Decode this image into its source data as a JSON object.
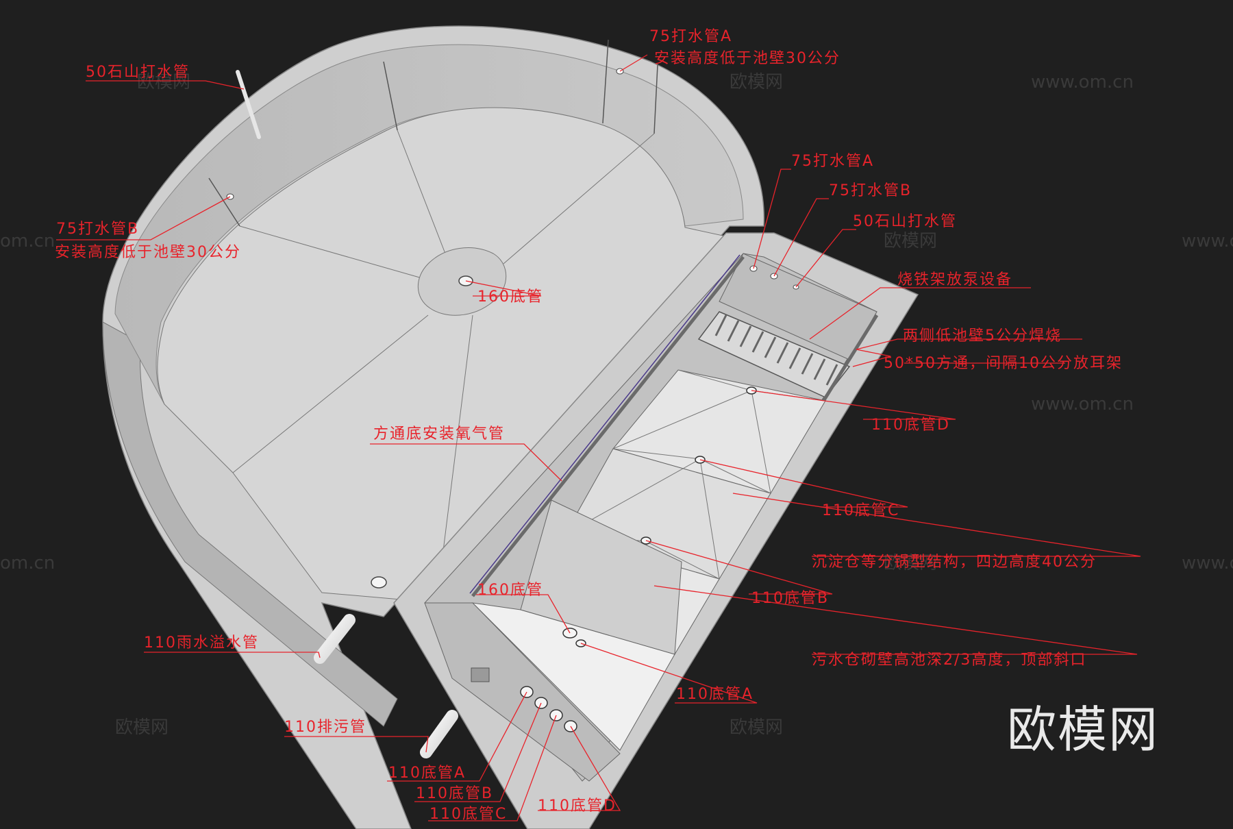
{
  "labels": {
    "top_pipe_50": "50石山打水管",
    "pipe75a_top_line1": "75打水管A",
    "pipe75a_top_line2": "安装高度低于池壁30公分",
    "pipe75b_left_line1": "75打水管B",
    "pipe75b_left_line2": "安装高度低于池壁30公分",
    "pipe75a_right": "75打水管A",
    "pipe75b_right": "75打水管B",
    "pipe50_right": "50石山打水管",
    "bottom160_main": "160底管",
    "iron_rack": "烧铁架放泵设备",
    "weld_note": "两侧低池壁5公分焊烧",
    "square_tube_note": "50*50方通，间隔10公分放耳架",
    "bottom110d": "110底管D",
    "oxygen_note": "方通底安装氧气管",
    "bottom110c": "110底管C",
    "settling_note": "沉淀仓等分锅型结构，四边高度40公分",
    "bottom160_chamber": "160底管",
    "bottom110b": "110底管B",
    "sewage_wall_note": "污水仓砌壁高池深2/3高度，顶部斜口",
    "rain_overflow": "110雨水溢水管",
    "bottom110a": "110底管A",
    "drain110": "110排污管",
    "out110a": "110底管A",
    "out110b": "110底管B",
    "out110c": "110底管C",
    "out110d": "110底管D"
  },
  "watermark": {
    "brand": "欧模网",
    "url": "www.om.cn",
    "url_partial": "om.cn"
  },
  "colors": {
    "background": "#1f1f1f",
    "annotation": "#e8232b",
    "concrete": "#d2d2d2"
  }
}
